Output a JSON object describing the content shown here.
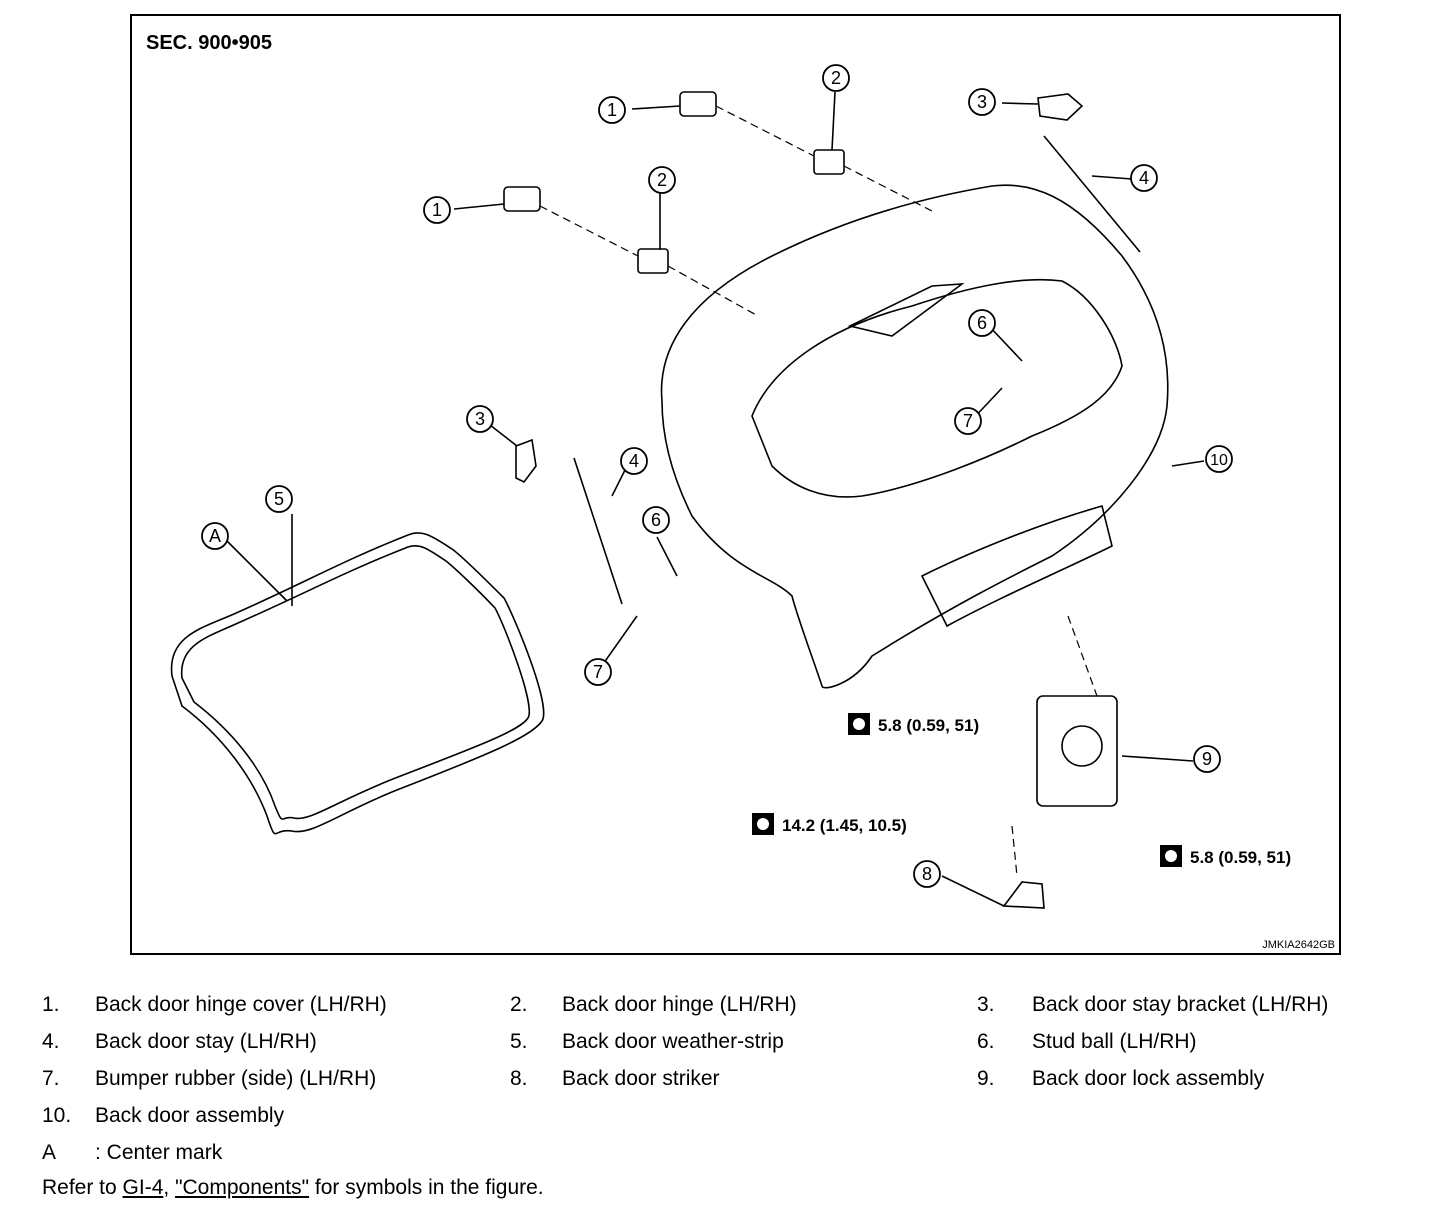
{
  "figure": {
    "section": "SEC. 900•905",
    "code": "JMKIA2642GB",
    "callouts": [
      "1",
      "2",
      "3",
      "4",
      "5",
      "6",
      "7",
      "8",
      "9",
      "10",
      "A"
    ],
    "torque": {
      "t1": "5.8 (0.59, 51)",
      "t2": "14.2 (1.45, 10.5)",
      "t3": "5.8 (0.59, 51)"
    }
  },
  "legend": [
    {
      "num": "1.",
      "text": "Back door hinge cover (LH/RH)"
    },
    {
      "num": "2.",
      "text": "Back door hinge (LH/RH)"
    },
    {
      "num": "3.",
      "text": "Back door stay bracket (LH/RH)"
    },
    {
      "num": "4.",
      "text": "Back door stay (LH/RH)"
    },
    {
      "num": "5.",
      "text": "Back door weather-strip"
    },
    {
      "num": "6.",
      "text": "Stud ball (LH/RH)"
    },
    {
      "num": "7.",
      "text": "Bumper rubber (side) (LH/RH)"
    },
    {
      "num": "8.",
      "text": "Back door striker"
    },
    {
      "num": "9.",
      "text": "Back door lock assembly"
    },
    {
      "num": "10.",
      "text": "Back door assembly"
    },
    {
      "num": "A",
      "text": ": Center mark"
    }
  ],
  "refer": {
    "prefix": "Refer to ",
    "link1": "GI-4",
    "sep": ", ",
    "link2": "\"Components\"",
    "suffix": " for symbols in the figure."
  }
}
